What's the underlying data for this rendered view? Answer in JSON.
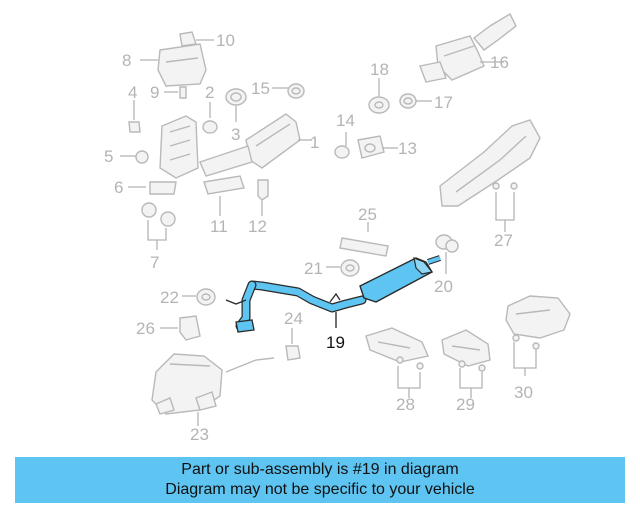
{
  "diagram": {
    "highlight_color": "#5ec4f1",
    "callouts": {
      "c1": "1",
      "c2": "2",
      "c3": "3",
      "c4": "4",
      "c5": "5",
      "c6": "6",
      "c7": "7",
      "c8": "8",
      "c9": "9",
      "c10": "10",
      "c11": "11",
      "c12": "12",
      "c13": "13",
      "c14": "14",
      "c15": "15",
      "c16": "16",
      "c17": "17",
      "c18": "18",
      "c19": "19",
      "c20": "20",
      "c21": "21",
      "c22": "22",
      "c23": "23",
      "c24": "24",
      "c25": "25",
      "c26": "26",
      "c27": "27",
      "c28": "28",
      "c29": "29",
      "c30": "30"
    }
  },
  "banner": {
    "line1": "Part or sub-assembly is #19 in diagram",
    "line2": "Diagram may not be specific to your vehicle",
    "color": "#5ec4f1"
  }
}
